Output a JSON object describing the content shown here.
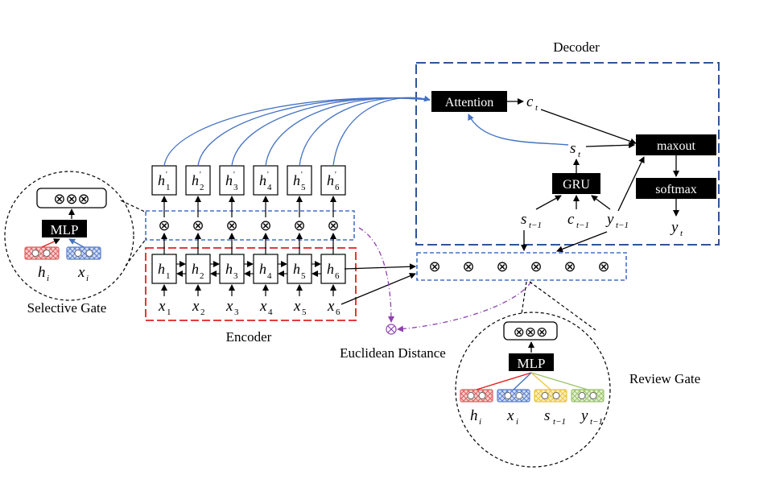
{
  "labels": {
    "decoder": "Decoder",
    "encoder": "Encoder",
    "attention": "Attention",
    "maxout": "maxout",
    "softmax": "softmax",
    "gru": "GRU",
    "mlp": "MLP",
    "selective_gate": "Selective Gate",
    "review_gate": "Review Gate",
    "euclidean_distance": "Euclidean Distance",
    "otimes_triple": "⊗⊗⊗",
    "otimes": "⊗"
  },
  "variables": {
    "c_t": {
      "base": "c",
      "sub": "t"
    },
    "s_t": {
      "base": "s",
      "sub": "t"
    },
    "y_t": {
      "base": "y",
      "sub": "t"
    },
    "s_tm1": {
      "base": "s",
      "sub": "t−1"
    },
    "c_tm1": {
      "base": "c",
      "sub": "t−1"
    },
    "y_tm1": {
      "base": "y",
      "sub": "t−1"
    },
    "h_i": {
      "base": "h",
      "sub": "i"
    },
    "x_i": {
      "base": "x",
      "sub": "i"
    }
  },
  "encoder_states": [
    "1",
    "2",
    "3",
    "4",
    "5",
    "6"
  ],
  "colors": {
    "box_fill": "#000000",
    "encoder_border": "#e02020",
    "gate_border": "#4472c4",
    "attention_line": "#4472c4",
    "euclid_line": "#9040b0",
    "h_pattern": "#e06060",
    "x_pattern": "#5b7fd0",
    "s_pattern": "#e8c840",
    "y_pattern": "#9cc36b"
  }
}
